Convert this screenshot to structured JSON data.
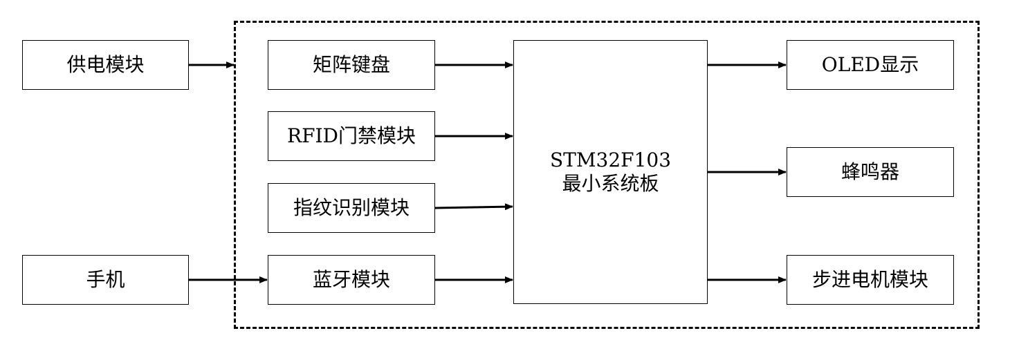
{
  "external_modules": {
    "power": "供电模块",
    "phone": "手机"
  },
  "input_modules": {
    "keypad": "矩阵键盘",
    "rfid": "RFID门禁模块",
    "fingerprint": "指纹识别模块",
    "bluetooth": "蓝牙模块"
  },
  "mcu": {
    "line1": "STM32F103",
    "line2": "最小系统板"
  },
  "output_modules": {
    "oled": "OLED显示",
    "buzzer": "蜂鸣器",
    "stepper": "步进电机模块"
  }
}
